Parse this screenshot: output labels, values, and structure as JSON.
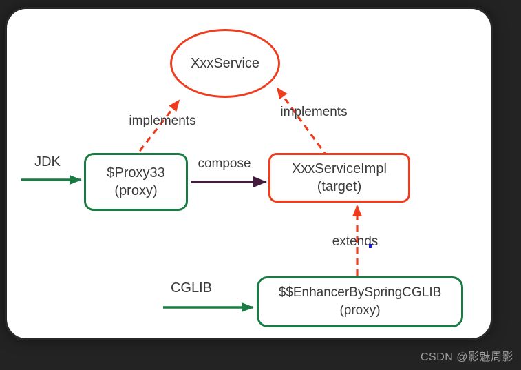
{
  "diagram": {
    "interface_ellipse": {
      "label": "XxxService"
    },
    "jdk_proxy_box": {
      "line1": "$Proxy33",
      "line2": "(proxy)"
    },
    "target_box": {
      "line1": "XxxServiceImpl",
      "line2": "(target)"
    },
    "cglib_proxy_box": {
      "line1": "$$EnhancerBySpringCGLIB",
      "line2": "(proxy)"
    },
    "edge_labels": {
      "implements_left": "implements",
      "implements_right": "implements",
      "compose": "compose",
      "extends": "extends"
    },
    "source_labels": {
      "jdk": "JDK",
      "cglib": "CGLIB"
    },
    "colors": {
      "red": "#ee3c1e",
      "green": "#1a7c43",
      "purple": "#431c3e",
      "text": "#3b3b3b",
      "background_outer": "#232323",
      "watermark": "#b5b5b5"
    }
  },
  "watermark": {
    "text": "CSDN @影魅周影"
  }
}
